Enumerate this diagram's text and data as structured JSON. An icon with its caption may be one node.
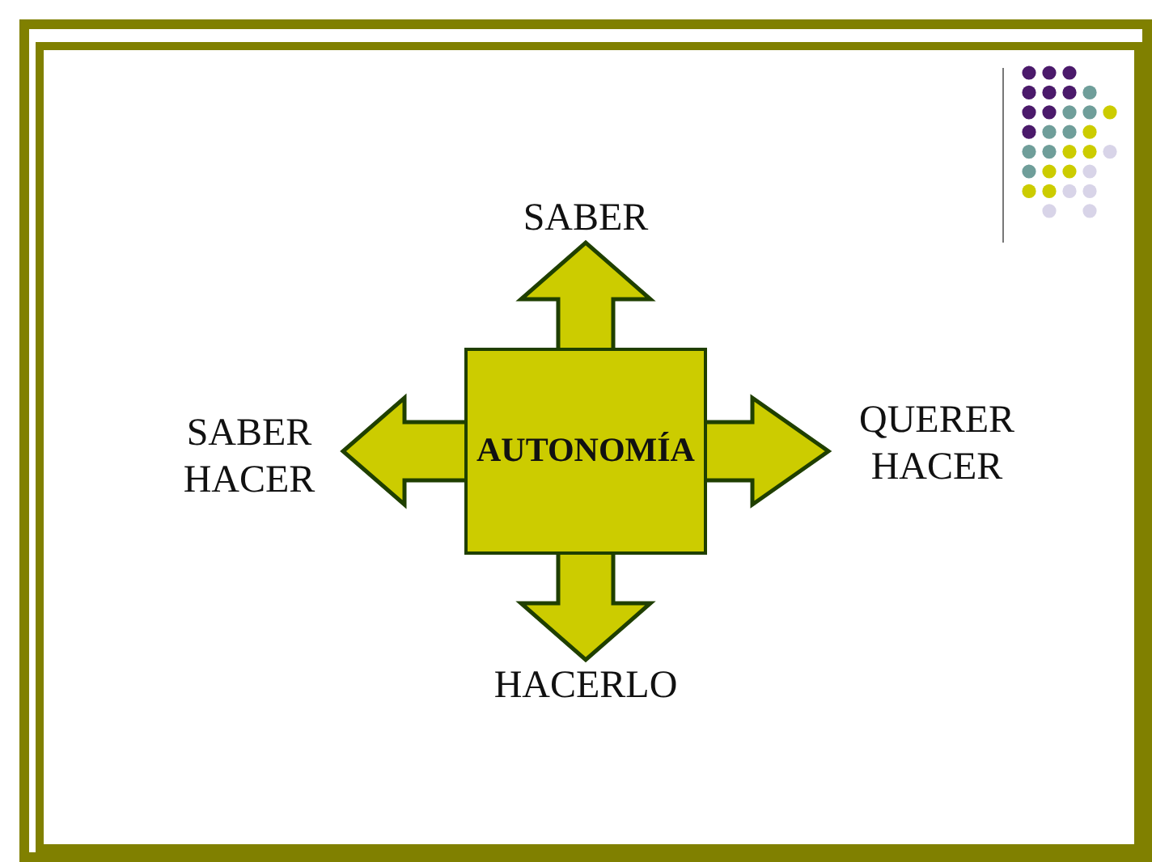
{
  "diagram": {
    "nodes": [
      {
        "text": [
          "AUTONOMÍA"
        ]
      },
      {
        "text": [
          "SABER"
        ]
      },
      {
        "text": [
          "SABER HACER"
        ]
      },
      {
        "text": [
          "QUERER HACER"
        ]
      },
      {
        "text": [
          "HACERLO"
        ]
      }
    ],
    "edges": [
      {
        "from": 0,
        "to": 1,
        "arrow": "to",
        "style": "thick"
      },
      {
        "from": 0,
        "to": 2,
        "arrow": "to",
        "style": "thick"
      },
      {
        "from": 0,
        "to": 3,
        "arrow": "to",
        "style": "thick"
      },
      {
        "from": 0,
        "to": 4,
        "arrow": "to",
        "style": "thick"
      }
    ]
  }
}
